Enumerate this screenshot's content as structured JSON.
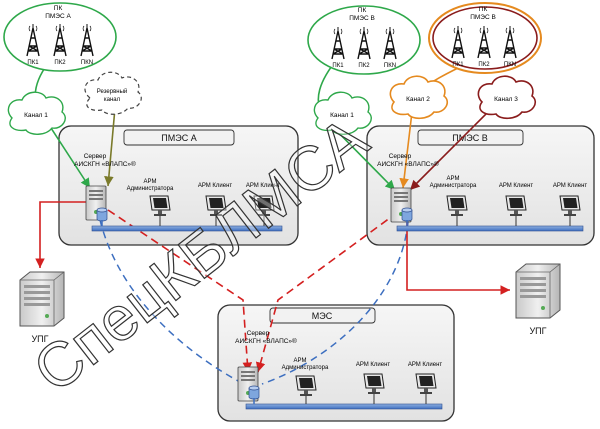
{
  "stations": {
    "a": {
      "line1": "ПК",
      "line2": "ПМЭС А",
      "masts": [
        "ПК1",
        "ПК2",
        "ПКN"
      ]
    },
    "b": {
      "line1": "ПК",
      "line2": "ПМЭС В",
      "masts": [
        "ПК1",
        "ПК2",
        "ПКN"
      ]
    },
    "v": {
      "line1": "ПК",
      "line2": "ПМЭС В",
      "masts": [
        "ПК1",
        "ПК2",
        "ПКN"
      ]
    }
  },
  "channels": {
    "a_main": "Канал 1",
    "a_reserve_line1": "Резервный",
    "a_reserve_line2": "канал",
    "b_ch1": "Канал 1",
    "b_ch2": "Канал 2",
    "b_ch3": "Канал 3"
  },
  "zones": {
    "a": {
      "title": "ПМЭС А"
    },
    "b": {
      "title": "ПМЭС В"
    },
    "mes": {
      "title": "МЭС"
    }
  },
  "server_label": {
    "line1": "Сервер",
    "line2": "АИСКГН «ВЛАПС»®"
  },
  "arm_admin": {
    "line1": "АРМ",
    "line2": "Администратора"
  },
  "arm_client": "АРМ Клиент",
  "upg": "УПГ",
  "watermark": "СпецКБЛМСА",
  "colors": {
    "green_link": "#2ea84a",
    "olive_link": "#7a7a2a",
    "orange_link": "#e58a1f",
    "darkred_link": "#8a1c1c",
    "red_link": "#d42020",
    "blue_dash": "#3d6fc0",
    "zone_fill": "#ececec"
  }
}
